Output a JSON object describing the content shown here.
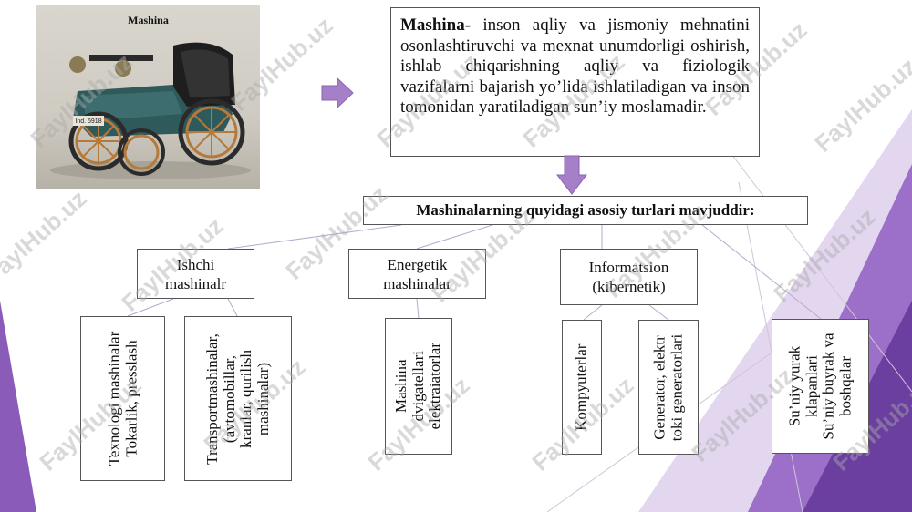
{
  "photo": {
    "caption": "Mashina",
    "plate_text": "Ind. 5918"
  },
  "definition": {
    "term": "Mashina-",
    "text": " inson aqliy va jismoniy mehnatini osonlashtiruvchi va mexnat unumdorligi oshirish, ishlab chiqarishning aqliy va fiziologik vazifalarni bajarish yo’lida ishlatiladigan va inson tomonidan yaratiladigan sun’iy moslamadir."
  },
  "heading": "Mashinalarning quyidagi asosiy turlari mavjuddir:",
  "categories": [
    {
      "line1": "Ishchi",
      "line2": "mashinalr"
    },
    {
      "line1": "Energetik",
      "line2": "mashinalar"
    },
    {
      "line1": "Informatsion",
      "line2": "(kibernetik)"
    }
  ],
  "subtypes": {
    "technological": [
      "Texnologi mashinalar",
      "Tokarlik, presslash"
    ],
    "transport": [
      "Transportmashinalar,",
      "(avtomobillar,",
      "kranlar, qurilish",
      "mashinalar)"
    ],
    "energy": [
      "Mashina",
      "dvigatellari",
      "elektraiatorlar"
    ],
    "computers": [
      "Kompyuterlar"
    ],
    "generators": [
      "Generator, elektr",
      "toki generatorlari"
    ],
    "artificial": [
      "Su’niy yurak",
      "klapanlari",
      "Su’niy buyrak va",
      "boshqalar"
    ]
  },
  "watermark": "FaylHub.uz",
  "colors": {
    "arrow": "#a67fc9",
    "arrow_stroke": "#8a63b0",
    "deco_dark": "#6a3fa0",
    "deco_light": "#c9b3e0",
    "border": "#555555"
  }
}
